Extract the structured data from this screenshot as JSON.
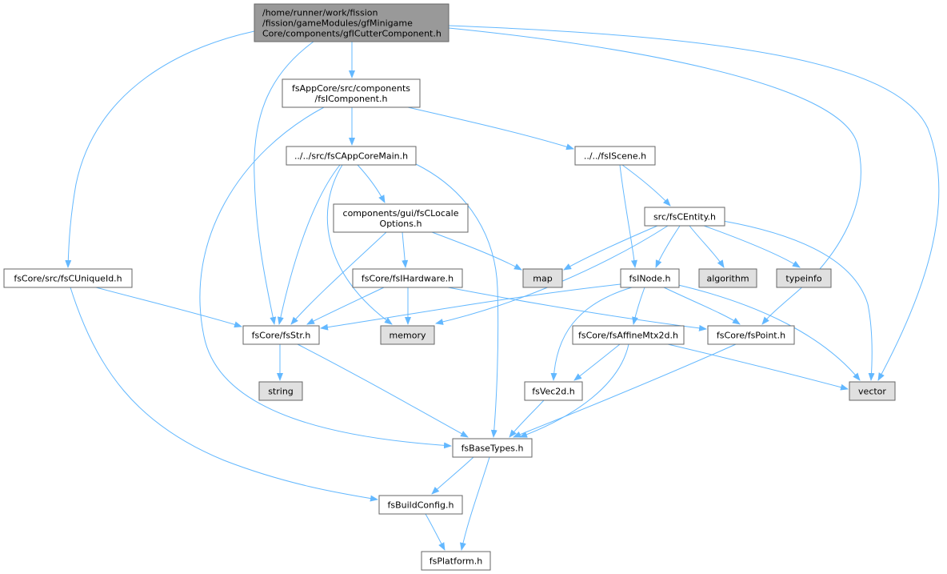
{
  "colors": {
    "edge": "#63b8ff",
    "node_border": "#666666",
    "root_fill": "#999999",
    "file_fill": "#ffffff",
    "system_fill": "#e0e0e0"
  },
  "nodes": [
    {
      "id": "root",
      "lines": [
        "/home/runner/work/fission",
        "/fission/gameModules/gfMinigame",
        "Core/components/gfICutterComponent.h"
      ],
      "kind": "root"
    },
    {
      "id": "fsIComponent",
      "lines": [
        "fsAppCore/src/components",
        "/fsIComponent.h"
      ],
      "kind": "file"
    },
    {
      "id": "fsCUniqueId",
      "lines": [
        "fsCore/src/fsCUniqueId.h"
      ],
      "kind": "file"
    },
    {
      "id": "fsCAppCoreMain",
      "lines": [
        "../../src/fsCAppCoreMain.h"
      ],
      "kind": "file"
    },
    {
      "id": "fsIScene",
      "lines": [
        "../../fsIScene.h"
      ],
      "kind": "file"
    },
    {
      "id": "fsCLocaleOptions",
      "lines": [
        "components/gui/fsCLocale",
        "Options.h"
      ],
      "kind": "file"
    },
    {
      "id": "fsCEntity",
      "lines": [
        "src/fsCEntity.h"
      ],
      "kind": "file"
    },
    {
      "id": "map",
      "lines": [
        "map"
      ],
      "kind": "system"
    },
    {
      "id": "fsIHardware",
      "lines": [
        "fsCore/fsIHardware.h"
      ],
      "kind": "file"
    },
    {
      "id": "fsINode",
      "lines": [
        "fsINode.h"
      ],
      "kind": "file"
    },
    {
      "id": "algorithm",
      "lines": [
        "algorithm"
      ],
      "kind": "system"
    },
    {
      "id": "typeinfo",
      "lines": [
        "typeinfo"
      ],
      "kind": "system"
    },
    {
      "id": "fsStr",
      "lines": [
        "fsCore/fsStr.h"
      ],
      "kind": "file"
    },
    {
      "id": "memory",
      "lines": [
        "memory"
      ],
      "kind": "system"
    },
    {
      "id": "fsAffineMtx2d",
      "lines": [
        "fsCore/fsAffineMtx2d.h"
      ],
      "kind": "file"
    },
    {
      "id": "fsPoint",
      "lines": [
        "fsCore/fsPoint.h"
      ],
      "kind": "file"
    },
    {
      "id": "string",
      "lines": [
        "string"
      ],
      "kind": "system"
    },
    {
      "id": "fsVec2d",
      "lines": [
        "fsVec2d.h"
      ],
      "kind": "file"
    },
    {
      "id": "vector",
      "lines": [
        "vector"
      ],
      "kind": "system"
    },
    {
      "id": "fsBaseTypes",
      "lines": [
        "fsBaseTypes.h"
      ],
      "kind": "file"
    },
    {
      "id": "fsBuildConfig",
      "lines": [
        "fsBuildConfig.h"
      ],
      "kind": "file"
    },
    {
      "id": "fsPlatform",
      "lines": [
        "fsPlatform.h"
      ],
      "kind": "file"
    }
  ],
  "edges": [
    {
      "from": "root",
      "to": "fsIComponent"
    },
    {
      "from": "root",
      "to": "fsCUniqueId"
    },
    {
      "from": "root",
      "to": "fsStr"
    },
    {
      "from": "root",
      "to": "fsPoint"
    },
    {
      "from": "root",
      "to": "vector"
    },
    {
      "from": "fsIComponent",
      "to": "fsCAppCoreMain"
    },
    {
      "from": "fsIComponent",
      "to": "fsIScene"
    },
    {
      "from": "fsIComponent",
      "to": "fsBaseTypes"
    },
    {
      "from": "fsCAppCoreMain",
      "to": "fsCLocaleOptions"
    },
    {
      "from": "fsCAppCoreMain",
      "to": "fsStr"
    },
    {
      "from": "fsCAppCoreMain",
      "to": "memory"
    },
    {
      "from": "fsCAppCoreMain",
      "to": "fsBaseTypes"
    },
    {
      "from": "fsIScene",
      "to": "fsCEntity"
    },
    {
      "from": "fsIScene",
      "to": "fsINode"
    },
    {
      "from": "fsCLocaleOptions",
      "to": "map"
    },
    {
      "from": "fsCLocaleOptions",
      "to": "fsIHardware"
    },
    {
      "from": "fsCLocaleOptions",
      "to": "fsStr"
    },
    {
      "from": "fsCEntity",
      "to": "map"
    },
    {
      "from": "fsCEntity",
      "to": "fsINode"
    },
    {
      "from": "fsCEntity",
      "to": "algorithm"
    },
    {
      "from": "fsCEntity",
      "to": "typeinfo"
    },
    {
      "from": "fsCEntity",
      "to": "memory"
    },
    {
      "from": "fsCEntity",
      "to": "vector"
    },
    {
      "from": "fsCUniqueId",
      "to": "fsStr"
    },
    {
      "from": "fsCUniqueId",
      "to": "fsBuildConfig"
    },
    {
      "from": "fsIHardware",
      "to": "fsStr"
    },
    {
      "from": "fsIHardware",
      "to": "memory"
    },
    {
      "from": "fsIHardware",
      "to": "fsPoint"
    },
    {
      "from": "fsINode",
      "to": "fsStr"
    },
    {
      "from": "fsINode",
      "to": "fsAffineMtx2d"
    },
    {
      "from": "fsINode",
      "to": "fsPoint"
    },
    {
      "from": "fsINode",
      "to": "fsVec2d"
    },
    {
      "from": "fsINode",
      "to": "vector"
    },
    {
      "from": "fsStr",
      "to": "string"
    },
    {
      "from": "fsStr",
      "to": "fsBaseTypes"
    },
    {
      "from": "fsAffineMtx2d",
      "to": "fsVec2d"
    },
    {
      "from": "fsAffineMtx2d",
      "to": "vector"
    },
    {
      "from": "fsAffineMtx2d",
      "to": "fsBaseTypes"
    },
    {
      "from": "fsPoint",
      "to": "fsBaseTypes"
    },
    {
      "from": "fsVec2d",
      "to": "fsBaseTypes"
    },
    {
      "from": "fsBaseTypes",
      "to": "fsBuildConfig"
    },
    {
      "from": "fsBaseTypes",
      "to": "fsPlatform"
    },
    {
      "from": "fsBuildConfig",
      "to": "fsPlatform"
    }
  ]
}
